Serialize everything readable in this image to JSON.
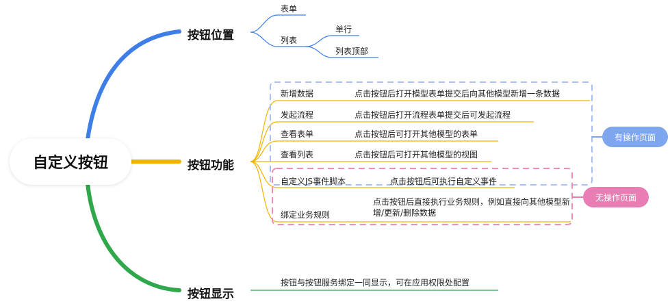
{
  "root": {
    "label": "自定义按钮"
  },
  "colors": {
    "blue": "#3d7ee8",
    "yellow": "#f0b400",
    "green": "#2ea84a",
    "pink": "#e86ea0",
    "badge_blue": "#7ea6ee",
    "badge_pink": "#e87eb4",
    "box_blue": "#a8bff0",
    "box_pink": "#f08cb8"
  },
  "branches": {
    "position": {
      "label": "按钮位置",
      "children": [
        {
          "label": "表单"
        },
        {
          "label": "列表",
          "children": [
            {
              "label": "单行"
            },
            {
              "label": "列表顶部"
            }
          ]
        }
      ]
    },
    "function": {
      "label": "按钮功能",
      "items": [
        {
          "name": "新增数据",
          "desc": "点击按钮后打开模型表单提交后向其他模型新增一条数据"
        },
        {
          "name": "发起流程",
          "desc": "点击按钮后打开流程表单提交后可发起流程"
        },
        {
          "name": "查看表单",
          "desc": "点击按钮后可打开其他模型的表单"
        },
        {
          "name": "查看列表",
          "desc": "点击按钮后可打开其他模型的视图"
        },
        {
          "name": "自定义JS事件脚本",
          "desc": "点击按钮后可执行自定义事件"
        },
        {
          "name": "绑定业务规则",
          "desc": "点击按钮后直接执行业务规则，例如直接向其他模型新增/更新/删除数据"
        }
      ],
      "badges": {
        "with_page": "有操作页面",
        "no_page": "无操作页面"
      }
    },
    "display": {
      "label": "按钮显示",
      "desc": "按钮与按钮服务绑定一同显示，可在应用权限处配置"
    }
  }
}
